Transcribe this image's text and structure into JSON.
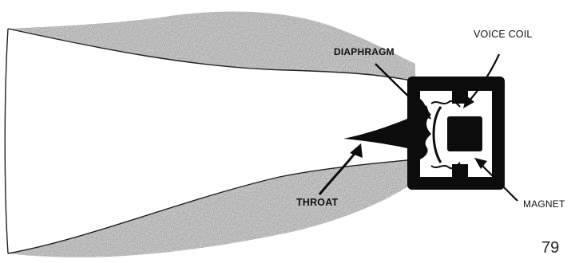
{
  "diagram": {
    "labels": {
      "diaphragm": "DIAPHRAGM",
      "voice_coil": "VOICE COIL",
      "throat": "THROAT",
      "magnet": "MAGNET"
    },
    "page_number": "79"
  },
  "colors": {
    "horn_shading": "#8a8a8a",
    "driver_body": "#0c0c0c",
    "interior": "#ffffff",
    "text": "#111111"
  }
}
